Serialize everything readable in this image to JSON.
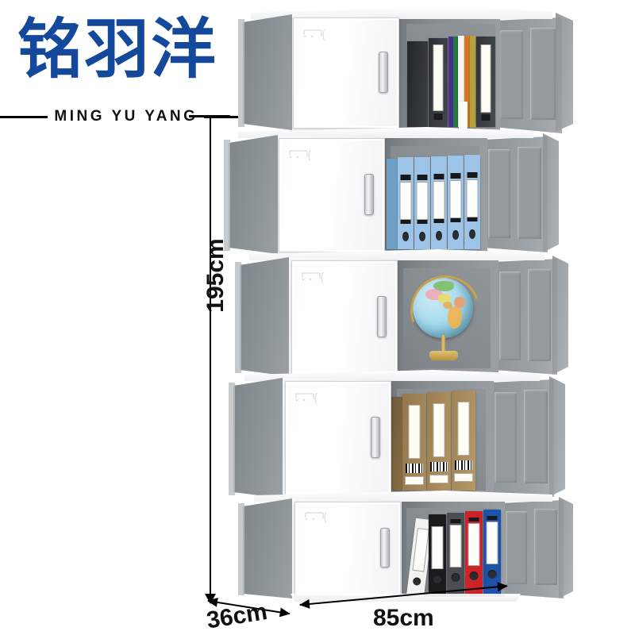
{
  "brand": {
    "name_cn": "铭羽洋",
    "name_en": "MING YU YANG",
    "color": "#14489b"
  },
  "dimensions": {
    "height_label": "195cm",
    "depth_label": "36cm",
    "width_label": "85cm"
  },
  "product": {
    "type": "five-tier-steel-filing-cabinet",
    "tier_count": 5,
    "door_style": "sliding-white-door-with-vertical-handle",
    "body_color": "#f7f8f9",
    "open_door_color": "#9aa0a4"
  },
  "tiers": [
    {
      "index": 1,
      "contents_label": "black-box-files-and-color-binders",
      "items": [
        {
          "name": "box-file",
          "color": "#2b2e31"
        },
        {
          "name": "box-file",
          "color": "#3a3e42"
        },
        {
          "name": "binder-purple",
          "color": "#4b2f8f"
        },
        {
          "name": "binder-green",
          "color": "#1f7a3c"
        },
        {
          "name": "binder-white",
          "color": "#f4f4f2"
        },
        {
          "name": "binder-orange",
          "color": "#d07a25"
        },
        {
          "name": "binder-yellow",
          "color": "#b9a13a"
        },
        {
          "name": "box-file",
          "color": "#34383b"
        }
      ]
    },
    {
      "index": 2,
      "contents_label": "light-blue-lever-arch-binders",
      "items": [
        {
          "name": "binder-blue",
          "color": "#6f9fc4"
        },
        {
          "name": "binder-blue",
          "color": "#9dc3e6"
        },
        {
          "name": "binder-blue",
          "color": "#9dc3e6"
        },
        {
          "name": "binder-blue",
          "color": "#9dc3e6"
        },
        {
          "name": "binder-blue",
          "color": "#9dc3e6"
        },
        {
          "name": "binder-blue",
          "color": "#9dc3e6"
        }
      ]
    },
    {
      "index": 3,
      "contents_label": "desktop-globe",
      "items": [
        {
          "name": "globe",
          "color": "#a9dcef"
        }
      ]
    },
    {
      "index": 4,
      "contents_label": "kraft-cardboard-magazine-files",
      "items": [
        {
          "name": "box-file-kraft",
          "color": "#7a6340"
        },
        {
          "name": "box-file-kraft",
          "color": "#a08254"
        },
        {
          "name": "box-file-kraft",
          "color": "#a8895a"
        },
        {
          "name": "box-file-kraft",
          "color": "#9b7e50"
        }
      ]
    },
    {
      "index": 5,
      "contents_label": "assorted-color-lever-arch-binders",
      "items": [
        {
          "name": "binder-white",
          "color": "#f2f2f0"
        },
        {
          "name": "binder-black",
          "color": "#191b1d"
        },
        {
          "name": "binder-gray",
          "color": "#4a4e52"
        },
        {
          "name": "binder-red",
          "color": "#cc2229"
        },
        {
          "name": "binder-blue",
          "color": "#1e52a8"
        }
      ]
    }
  ]
}
